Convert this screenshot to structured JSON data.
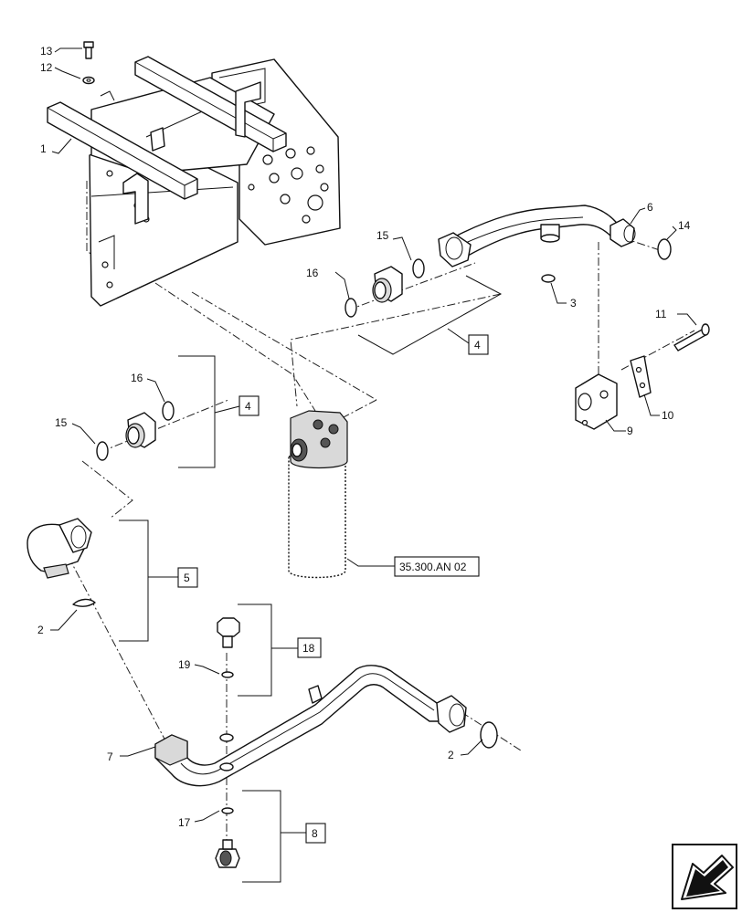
{
  "callouts": {
    "c1": "1",
    "c2a": "2",
    "c2b": "2",
    "c3": "3",
    "c6": "6",
    "c7": "7",
    "c9": "9",
    "c10": "10",
    "c11": "11",
    "c12": "12",
    "c13": "13",
    "c14": "14",
    "c15a": "15",
    "c15b": "15",
    "c16a": "16",
    "c16b": "16",
    "c17": "17",
    "c19": "19"
  },
  "boxed": {
    "b4a": "4",
    "b4b": "4",
    "b5": "5",
    "b18": "18",
    "b8": "8"
  },
  "reference": "35.300.AN 02",
  "icon": "next-page-arrow-icon"
}
